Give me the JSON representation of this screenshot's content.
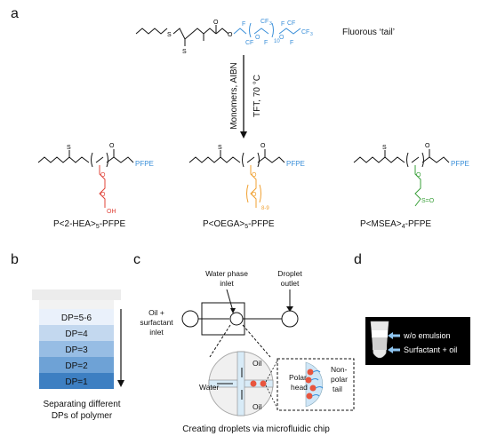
{
  "panels": {
    "a": {
      "letter": "a",
      "tail_label": "Fluorous ‘tail’",
      "f_labels": {
        "f2": "F",
        "f2sub": "2",
        "c": "C",
        "cf3": "CF",
        "cf3sub": "3",
        "o": "O",
        "n10": "10"
      },
      "arrow_label_1": "Monomers, AIBN",
      "arrow_label_2": "TFT, 70 °C",
      "end_group": "PFPE",
      "oh": "OH",
      "dp_oega": "8-9",
      "so": "S=O",
      "products": [
        {
          "pre": "P<2-HEA>",
          "sub": "5",
          "post": "-PFPE"
        },
        {
          "pre": "P<OEGA>",
          "sub": "5",
          "post": "-PFPE"
        },
        {
          "pre": "P<MSEA>",
          "sub": "4",
          "post": "-PFPE"
        }
      ]
    },
    "b": {
      "letter": "b",
      "bands": [
        "DP=5-6",
        "DP=4",
        "DP=3",
        "DP=2",
        "DP=1"
      ],
      "caption_1": "Separating different",
      "caption_2": "DPs of polymer"
    },
    "c": {
      "letter": "c",
      "water_inlet_1": "Water phase",
      "water_inlet_2": "inlet",
      "droplet_outlet_1": "Droplet",
      "droplet_outlet_2": "outlet",
      "oil_inlet_1": "Oil +",
      "oil_inlet_2": "surfactant",
      "oil_inlet_3": "inlet",
      "oil_top": "Oil",
      "oil_bottom": "Oil",
      "water": "Water",
      "polar_1": "Polar",
      "polar_2": "head",
      "nonpolar_1": "Non-",
      "nonpolar_2": "polar",
      "nonpolar_3": "tail",
      "caption": "Creating droplets via microfluidic chip"
    },
    "d": {
      "letter": "d",
      "label_1": "w/o emulsion",
      "label_2": "Surfactant + oil"
    }
  },
  "colors": {
    "fluorous": "#3a8fd9",
    "pfpe": "#3a8fd9",
    "hea": "#e0443a",
    "oega": "#f0a030",
    "msea": "#3aa03a",
    "band_lightest": "#eaf1fb",
    "band_darkest": "#2f72b8",
    "droplet": "#e8553e",
    "chip_fill": "#d8ebf7"
  }
}
